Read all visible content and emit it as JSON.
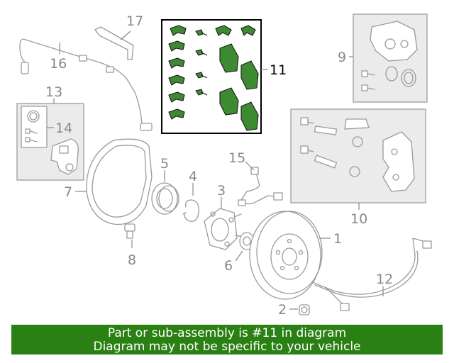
{
  "callouts": {
    "c1": "1",
    "c2": "2",
    "c3": "3",
    "c4": "4",
    "c5": "5",
    "c6": "6",
    "c7": "7",
    "c8": "8",
    "c9": "9",
    "c10": "10",
    "c11": "11",
    "c12": "12",
    "c13": "13",
    "c14": "14",
    "c15": "15",
    "c16": "16",
    "c17": "17"
  },
  "highlighted_part": "11",
  "colors": {
    "highlight_fill": "#3e8a32",
    "banner_bg": "#2b8013",
    "banner_text": "#ffffff"
  },
  "banner": {
    "line1": "Part or sub-assembly is #11 in diagram",
    "line2": "Diagram may not be specific to your vehicle"
  }
}
